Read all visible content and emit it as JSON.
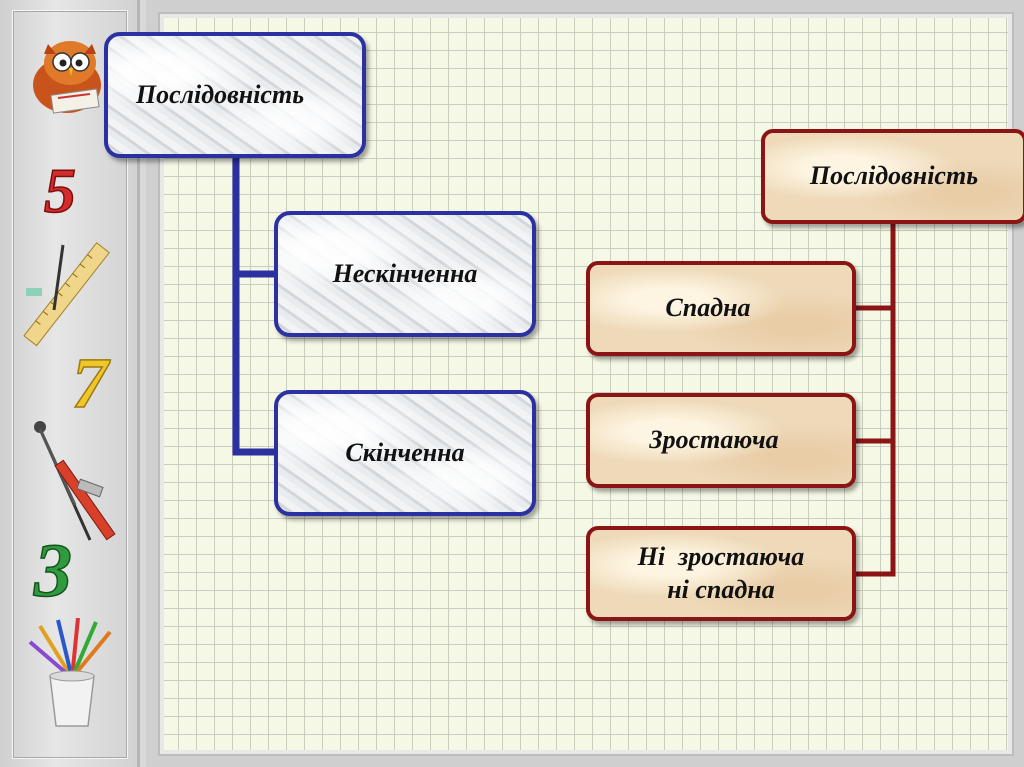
{
  "left_tree": {
    "root": "Послідовність",
    "children": [
      "Нескінченна",
      "Скінченна"
    ]
  },
  "right_tree": {
    "root": "Послідовність",
    "children": [
      "Спадна",
      "Зростаюча",
      "Ні  зростаюча\nні спадна"
    ]
  },
  "sidebar_icons": [
    "owl-icon",
    "digit-5-icon",
    "ruler-icon",
    "digit-7-icon",
    "compass-icon",
    "digit-3-icon",
    "pencil-cup-icon"
  ],
  "colors": {
    "left_accent": "#2b31a0",
    "right_accent": "#8b1414",
    "grid_paper": "#f6f8e6"
  }
}
